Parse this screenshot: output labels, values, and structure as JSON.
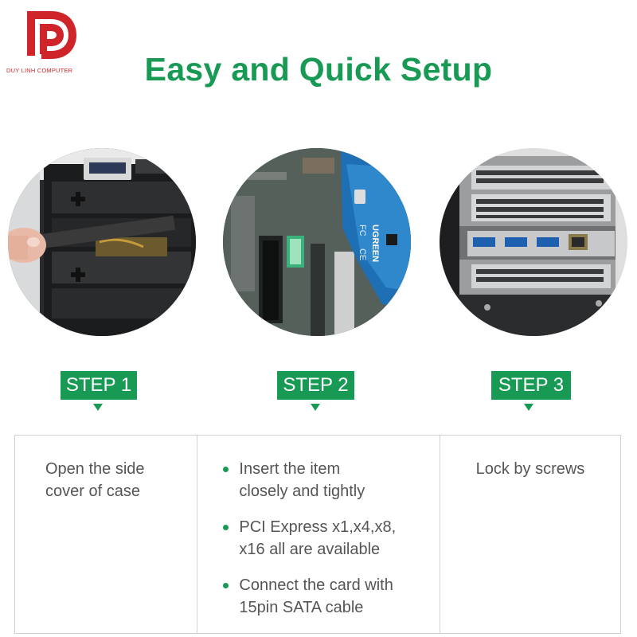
{
  "brand": {
    "name": "DUY LINH COMPUTER",
    "color": "#d0242b"
  },
  "accent": "#189a55",
  "title": "Easy and Quick Setup",
  "steps": [
    {
      "label": "STEP 1",
      "text": [
        "Open the side",
        "cover of case"
      ]
    },
    {
      "label": "STEP 2",
      "bullets": [
        {
          "line1": "Insert the item",
          "line2": "closely and tightly"
        },
        {
          "line1": "PCI Express x1,x4,x8,",
          "line2": "x16 all are available"
        },
        {
          "line1": "Connect the card with",
          "line2": "15pin SATA cable"
        }
      ]
    },
    {
      "label": "STEP 3",
      "text": [
        "Lock by screws"
      ]
    }
  ],
  "photos": {
    "step2_card": {
      "brand": "UGREEN",
      "marks": [
        "FC",
        "CE"
      ]
    }
  }
}
